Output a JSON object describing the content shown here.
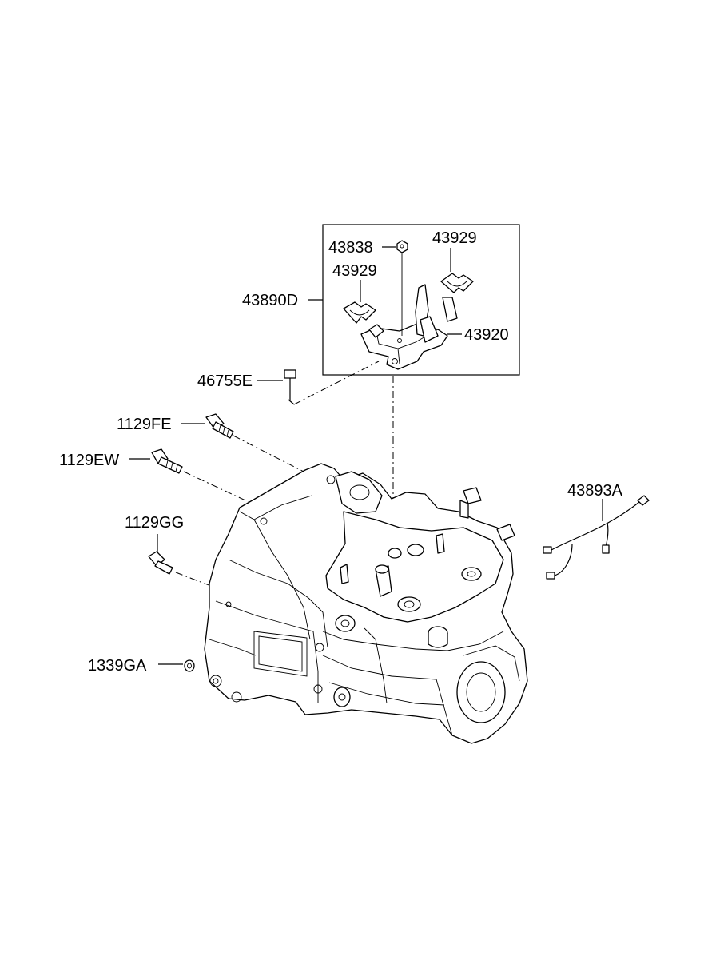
{
  "labels": {
    "p43838": "43838",
    "p43929a": "43929",
    "p43929b": "43929",
    "p43890D": "43890D",
    "p43920": "43920",
    "p46755E": "46755E",
    "p1129FE": "1129FE",
    "p1129EW": "1129EW",
    "p43893A": "43893A",
    "p1129GG": "1129GG",
    "p1339GA": "1339GA"
  }
}
